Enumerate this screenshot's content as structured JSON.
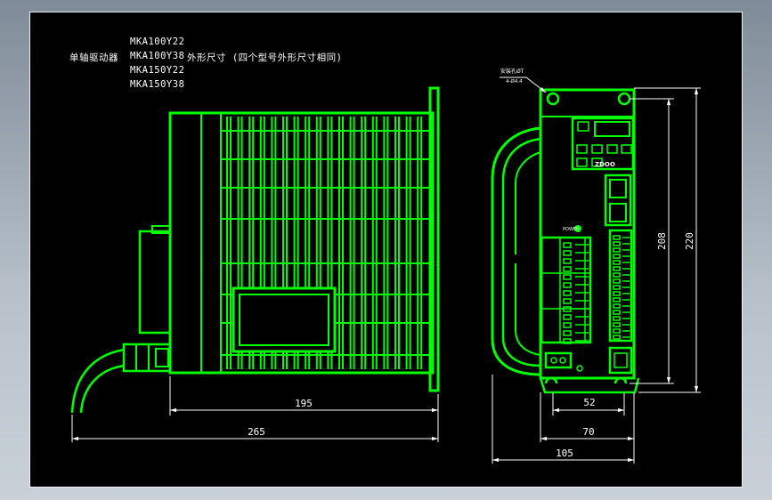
{
  "notes": {
    "title_label": "单轴驱动器",
    "models": [
      "MKA100Y22",
      "MKA100Y38",
      "MKA150Y22",
      "MKA150Y38"
    ],
    "caption": "外形尺寸 (四个型号外形尺寸相同)"
  },
  "callout": {
    "line1": "安装孔ØT",
    "line2": "4-Ø4.4"
  },
  "panel": {
    "brand": "ZDOO",
    "power_label": "POWER"
  },
  "dimensions": {
    "width_body": "195",
    "width_total": "265",
    "front_52": "52",
    "front_70": "70",
    "front_105": "105",
    "height_208": "208",
    "height_220": "220"
  },
  "colors": {
    "outline": "#00ff00",
    "dimension": "#ffffff",
    "background": "#000000"
  }
}
